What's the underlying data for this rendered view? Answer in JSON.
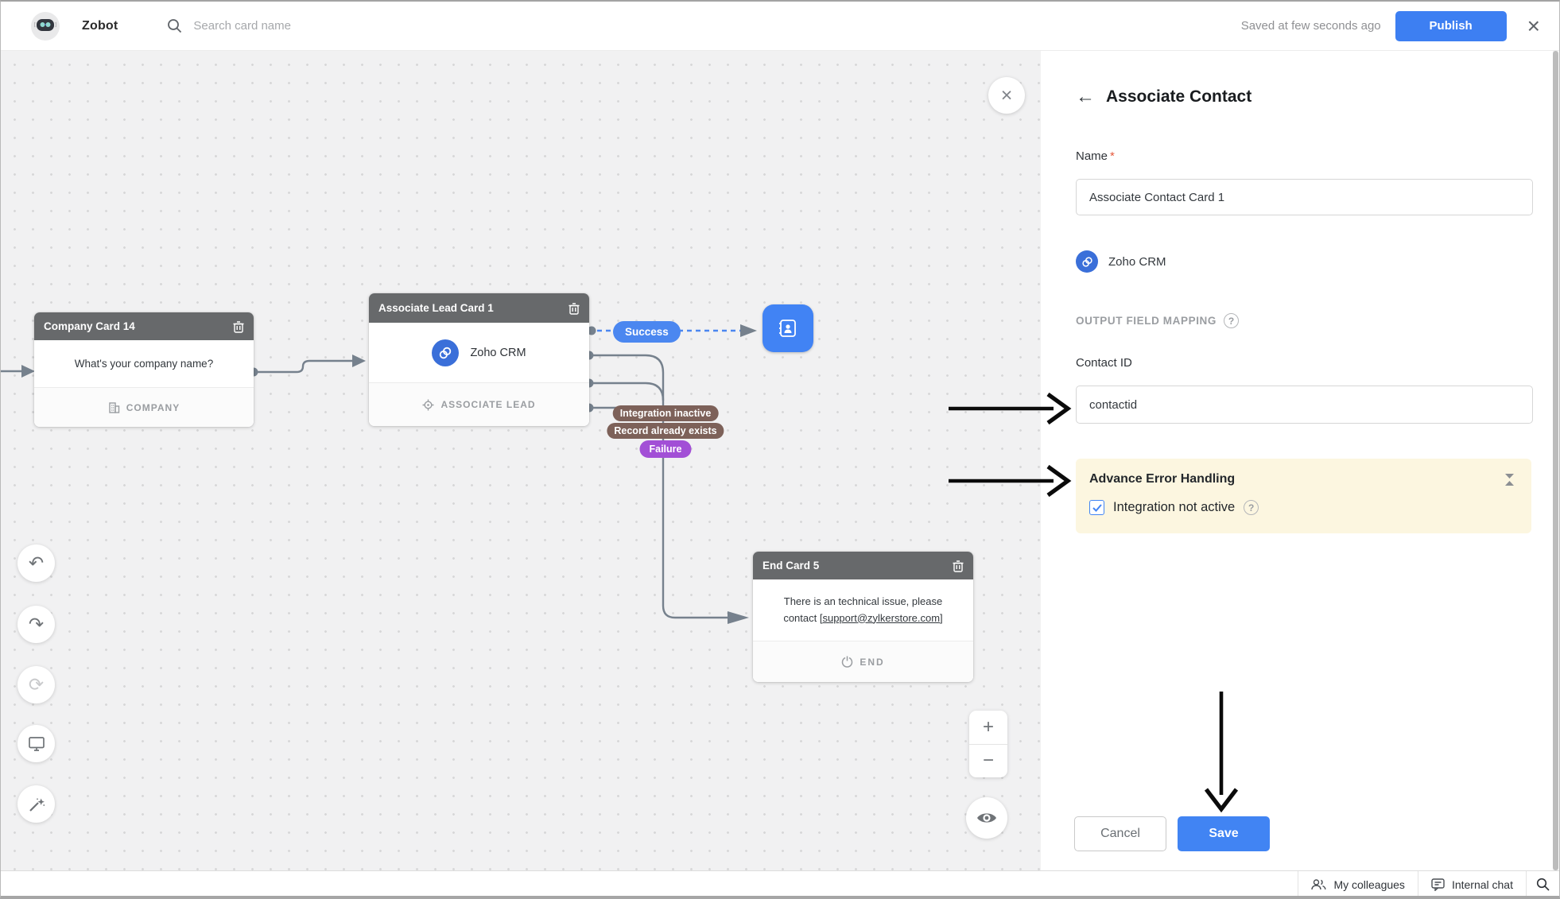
{
  "topbar": {
    "title": "Zobot",
    "search_placeholder": "Search card name",
    "saved_status": "Saved at few seconds ago",
    "publish_label": "Publish",
    "close_icon": "×"
  },
  "canvas": {
    "company_card": {
      "title": "Company Card 14",
      "question": "What's your company name?",
      "footer_label": "COMPANY"
    },
    "associate_card": {
      "title": "Associate Lead Card 1",
      "integration_name": "Zoho CRM",
      "footer_label": "ASSOCIATE LEAD"
    },
    "end_card": {
      "title": "End Card 5",
      "message_line1": "There is an technical issue, please",
      "message_line2_prefix": "contact [",
      "message_email": "support@zylkerstore.com",
      "message_line2_suffix": "]",
      "footer_label": "END"
    },
    "badges": {
      "success": "Success",
      "integration_inactive": "Integration inactive",
      "record_exists": "Record already exists",
      "failure": "Failure"
    },
    "zoom_in": "+",
    "zoom_out": "−",
    "toolbar_icons": {
      "undo": "↶",
      "redo": "↷",
      "sync": "⟳"
    },
    "close_icon": "×"
  },
  "panel": {
    "back_icon": "←",
    "title": "Associate Contact",
    "name_label": "Name",
    "required_mark": "*",
    "name_value": "Associate Contact Card 1",
    "integration_name": "Zoho CRM",
    "section_label": "OUTPUT FIELD MAPPING",
    "help_icon": "?",
    "field_label": "Contact ID",
    "field_value": "contactid",
    "error_box": {
      "title": "Advance Error Handling",
      "checkbox_label": "Integration not active",
      "checked": true
    },
    "cancel_label": "Cancel",
    "save_label": "Save"
  },
  "statusbar": {
    "colleagues_label": "My colleagues",
    "chat_label": "Internal chat"
  },
  "colors": {
    "accent_blue": "#4184f3",
    "success_badge": "#4b87f0",
    "failure_badge": "#a24fd6",
    "warning_badge": "#7d6159",
    "error_box_bg": "#fcf6e0",
    "card_header": "#67696b",
    "wire": "#76818d"
  }
}
